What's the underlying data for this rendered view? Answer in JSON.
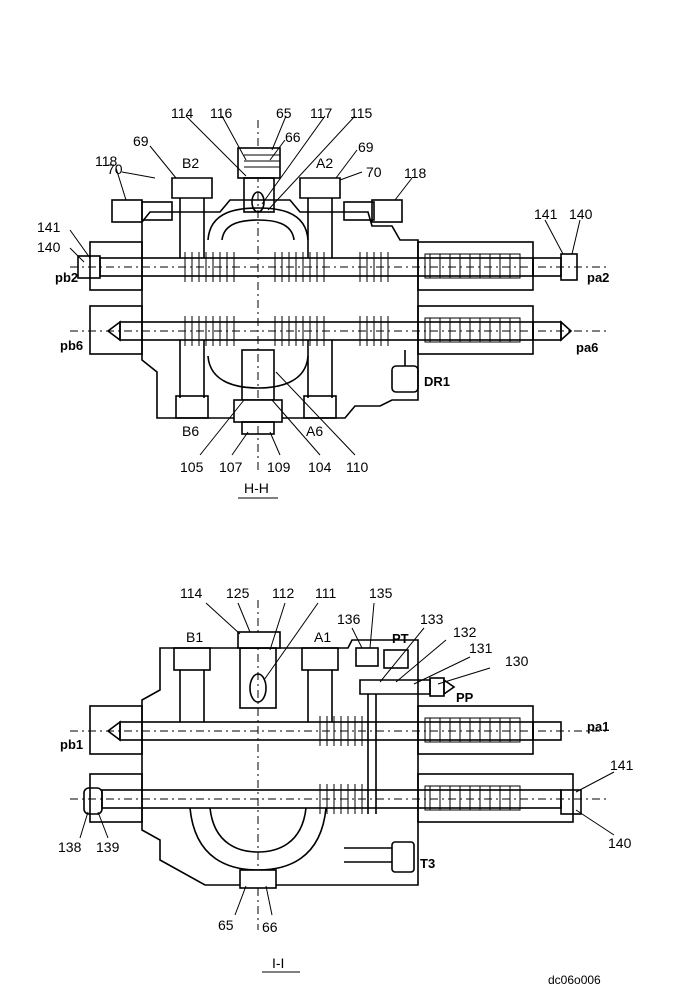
{
  "top_section": {
    "caption": "H-H",
    "part_numbers": {
      "n114": "114",
      "n116": "116",
      "n65": "65",
      "n117": "117",
      "n115": "115",
      "n66": "66",
      "n69a": "69",
      "n69b": "69",
      "n70a": "70",
      "n70b": "70",
      "n118a": "118",
      "n118b": "118",
      "n141a": "141",
      "n140a": "140",
      "n141b": "141",
      "n140b": "140",
      "n105": "105",
      "n107": "107",
      "n109": "109",
      "n104": "104",
      "n110": "110"
    },
    "ports": {
      "b2": "B2",
      "a2": "A2",
      "b6": "B6",
      "a6": "A6",
      "pb2": "pb2",
      "pa2": "pa2",
      "pb6": "pb6",
      "pa6": "pa6",
      "dr1": "DR1"
    }
  },
  "bottom_section": {
    "caption": "I-I",
    "part_numbers": {
      "n114": "114",
      "n125": "125",
      "n112": "112",
      "n111": "111",
      "n136": "136",
      "n135": "135",
      "n133": "133",
      "n132": "132",
      "n131": "131",
      "n130": "130",
      "n141": "141",
      "n140": "140",
      "n138": "138",
      "n139": "139",
      "n65": "65",
      "n66": "66"
    },
    "ports": {
      "b1": "B1",
      "a1": "A1",
      "pt": "PT",
      "pp": "PP",
      "pb1": "pb1",
      "pa1": "pa1",
      "t3": "T3"
    }
  },
  "figure_id": "dc06o006"
}
